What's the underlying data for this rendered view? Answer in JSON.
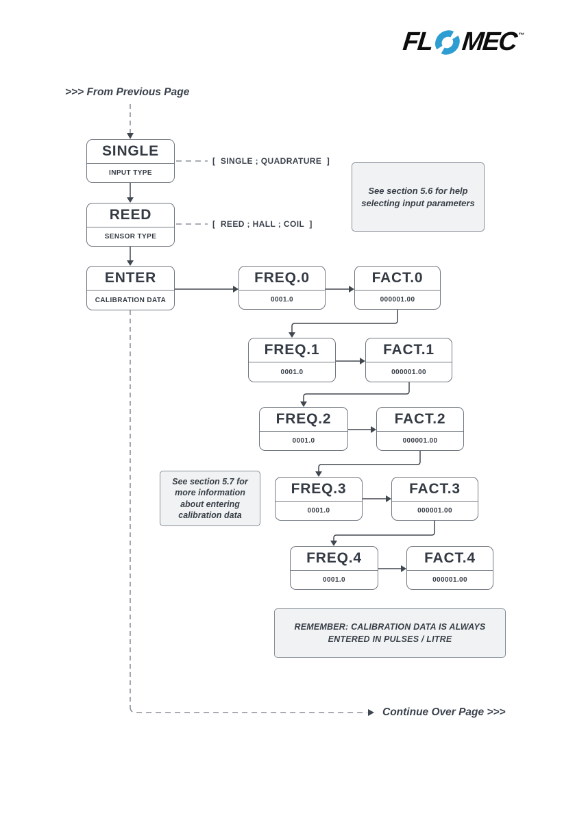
{
  "logo": {
    "part1": "FL",
    "part2": "MEC",
    "tm": "™"
  },
  "flow_labels": {
    "from_previous": ">>> From Previous Page",
    "continue_over": "Continue Over Page >>>"
  },
  "nodes": {
    "single": {
      "title": "SINGLE",
      "subtitle": "INPUT TYPE"
    },
    "reed": {
      "title": "REED",
      "subtitle": "SENSOR TYPE"
    },
    "enter": {
      "title": "ENTER",
      "subtitle": "CALIBRATION DATA"
    },
    "freq0": {
      "title": "FREQ.0",
      "subtitle": "0001.0"
    },
    "fact0": {
      "title": "FACT.0",
      "subtitle": "000001.00"
    },
    "freq1": {
      "title": "FREQ.1",
      "subtitle": "0001.0"
    },
    "fact1": {
      "title": "FACT.1",
      "subtitle": "000001.00"
    },
    "freq2": {
      "title": "FREQ.2",
      "subtitle": "0001.0"
    },
    "fact2": {
      "title": "FACT.2",
      "subtitle": "000001.00"
    },
    "freq3": {
      "title": "FREQ.3",
      "subtitle": "0001.0"
    },
    "fact3": {
      "title": "FACT.3",
      "subtitle": "000001.00"
    },
    "freq4": {
      "title": "FREQ.4",
      "subtitle": "0001.0"
    },
    "fact4": {
      "title": "FACT.4",
      "subtitle": "000001.00"
    }
  },
  "annotations": {
    "input_options": "[  SINGLE ; QUADRATURE  ]",
    "sensor_options": "[  REED ; HALL ; COIL  ]"
  },
  "notes": {
    "section56": "See section 5.6 for help selecting input parameters",
    "section57": "See section 5.7 for more information about entering calibration data",
    "remember": "REMEMBER: CALIBRATION DATA IS ALWAYS ENTERED IN PULSES / LITRE"
  },
  "colors": {
    "logo_accent": "#2e9ed2",
    "logo_text": "#0d0d0d",
    "line_solid": "#40474f",
    "line_dashed": "#8b9199",
    "box_border": "#6e757e",
    "text": "#3a414c",
    "note_bg": "#f1f2f3",
    "note_border": "#878e96"
  }
}
